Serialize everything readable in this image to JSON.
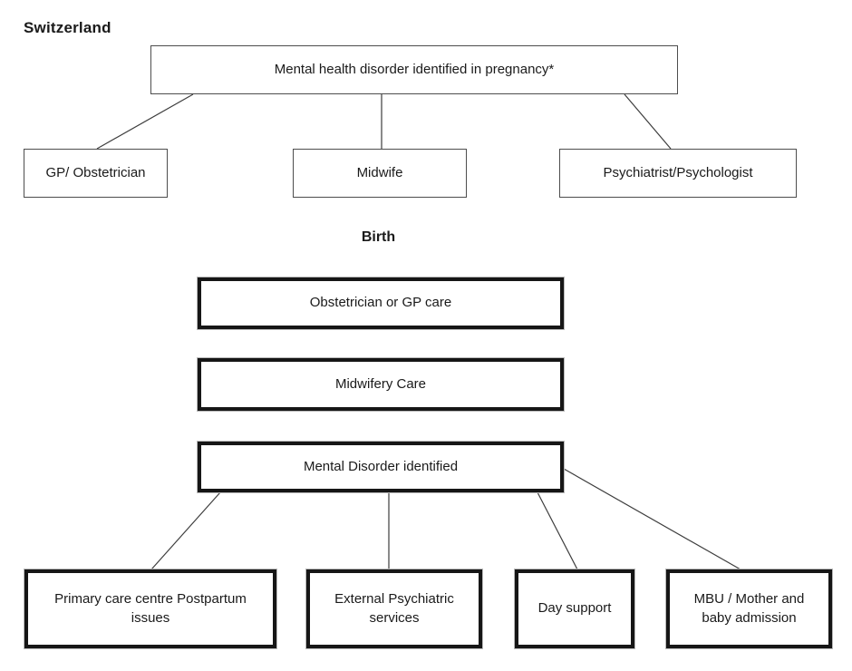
{
  "diagram": {
    "country_label": "Switzerland",
    "pregnancy": {
      "root_label": "Mental health disorder identified in pregnancy*",
      "providers": [
        {
          "label": "GP/ Obstetrician"
        },
        {
          "label": "Midwife"
        },
        {
          "label": "Psychiatrist/Psychologist"
        }
      ]
    },
    "birth_label": "Birth",
    "birth": {
      "stages": [
        {
          "label": "Obstetrician or GP care"
        },
        {
          "label": "Midwifery Care"
        },
        {
          "label": "Mental Disorder identified"
        }
      ],
      "outcomes": [
        {
          "label": "Primary care centre Postpartum\nissues"
        },
        {
          "label": "External Psychiatric\nservices"
        },
        {
          "label": "Day support"
        },
        {
          "label": "MBU / Mother and\nbaby admission"
        }
      ]
    },
    "colors": {
      "background": "#ffffff",
      "text": "#1a1a1a",
      "thin_border": "#4d4d4d",
      "thick_border": "#161616",
      "connector": "#3d3d3d"
    }
  }
}
